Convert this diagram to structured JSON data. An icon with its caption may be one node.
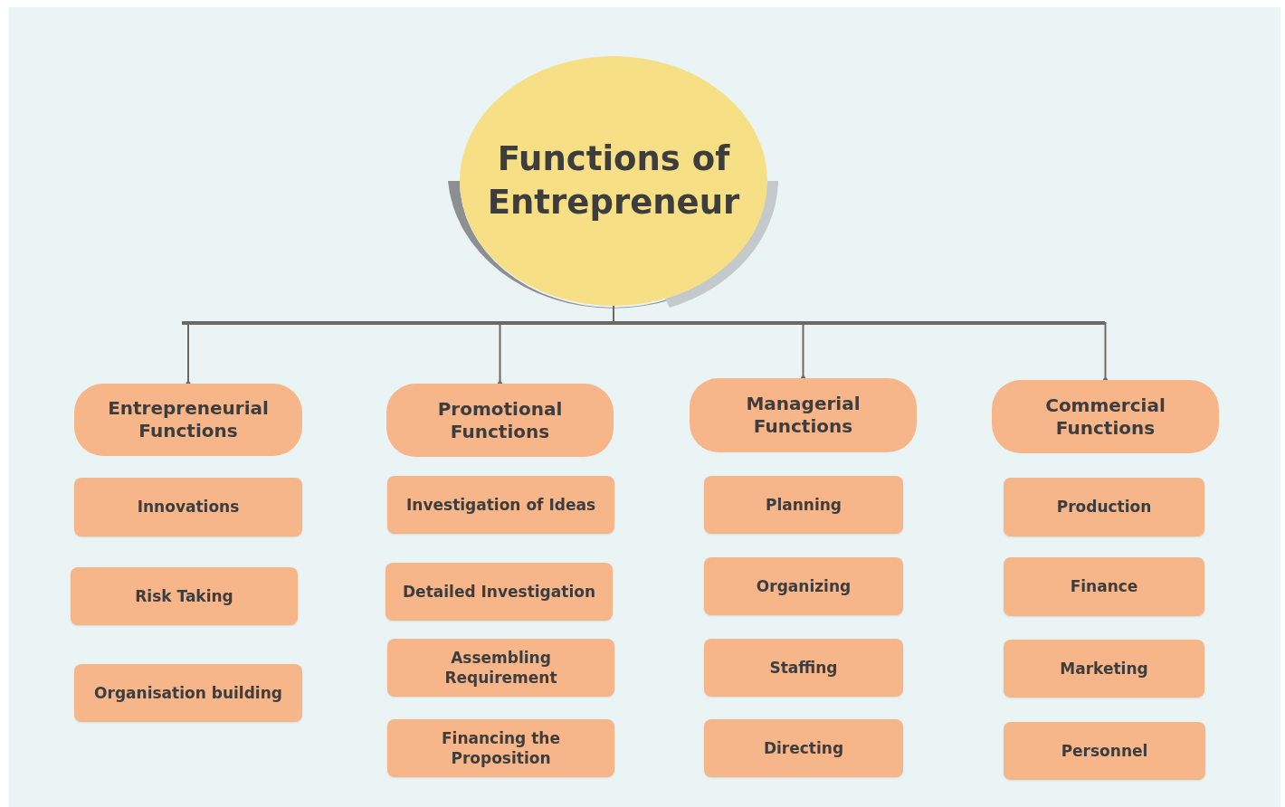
{
  "diagram": {
    "nodes": [
      {
        "text": [
          "Functions of Entrepreneur"
        ]
      },
      {
        "text": [
          "Entrepreneurial Functions"
        ]
      },
      {
        "text": [
          "Promotional Functions"
        ]
      },
      {
        "text": [
          "Managerial Functions"
        ]
      },
      {
        "text": [
          "Commercial Functions"
        ]
      },
      {
        "text": [
          "Innovations"
        ]
      },
      {
        "text": [
          "Risk Taking"
        ]
      },
      {
        "text": [
          "Organisation building"
        ]
      },
      {
        "text": [
          "Investigation of Ideas"
        ]
      },
      {
        "text": [
          "Detailed Investigation"
        ]
      },
      {
        "text": [
          "Assembling Requirement"
        ]
      },
      {
        "text": [
          "Financing the Proposition"
        ]
      },
      {
        "text": [
          "Planning"
        ]
      },
      {
        "text": [
          "Organizing"
        ]
      },
      {
        "text": [
          "Staffing"
        ]
      },
      {
        "text": [
          "Directing"
        ]
      },
      {
        "text": [
          "Production"
        ]
      },
      {
        "text": [
          "Finance"
        ]
      },
      {
        "text": [
          "Marketing"
        ]
      },
      {
        "text": [
          "Personnel"
        ]
      }
    ],
    "edges": [
      {
        "from": 0,
        "to": 1,
        "arrow": "other"
      },
      {
        "from": 0,
        "to": 2,
        "arrow": "other"
      },
      {
        "from": 0,
        "to": 3,
        "arrow": "other"
      },
      {
        "from": 0,
        "to": 4,
        "arrow": "other"
      }
    ]
  }
}
